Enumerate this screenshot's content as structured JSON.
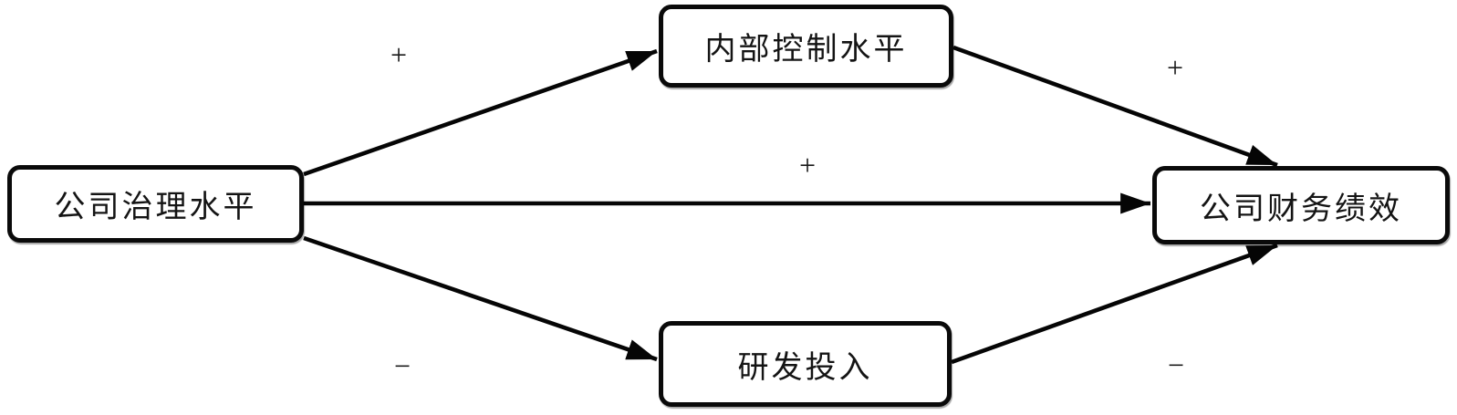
{
  "diagram": {
    "type": "path-model",
    "background_color": "#ffffff",
    "line_color": "#050505",
    "box_border_color": "#0a0a0a",
    "box_fill_color": "#ffffff",
    "nodes": [
      {
        "id": "corporate-governance",
        "label": "公司治理水平",
        "role": "independent-variable"
      },
      {
        "id": "internal-control",
        "label": "内部控制水平",
        "role": "mediator"
      },
      {
        "id": "rnd-investment",
        "label": "研发投入",
        "role": "mediator"
      },
      {
        "id": "financial-performance",
        "label": "公司财务绩效",
        "role": "dependent-variable"
      }
    ],
    "edges": [
      {
        "from": "corporate-governance",
        "to": "internal-control",
        "sign": "+"
      },
      {
        "from": "internal-control",
        "to": "financial-performance",
        "sign": "+"
      },
      {
        "from": "corporate-governance",
        "to": "financial-performance",
        "sign": "+"
      },
      {
        "from": "corporate-governance",
        "to": "rnd-investment",
        "sign": "−"
      },
      {
        "from": "rnd-investment",
        "to": "financial-performance",
        "sign": "−"
      }
    ]
  }
}
